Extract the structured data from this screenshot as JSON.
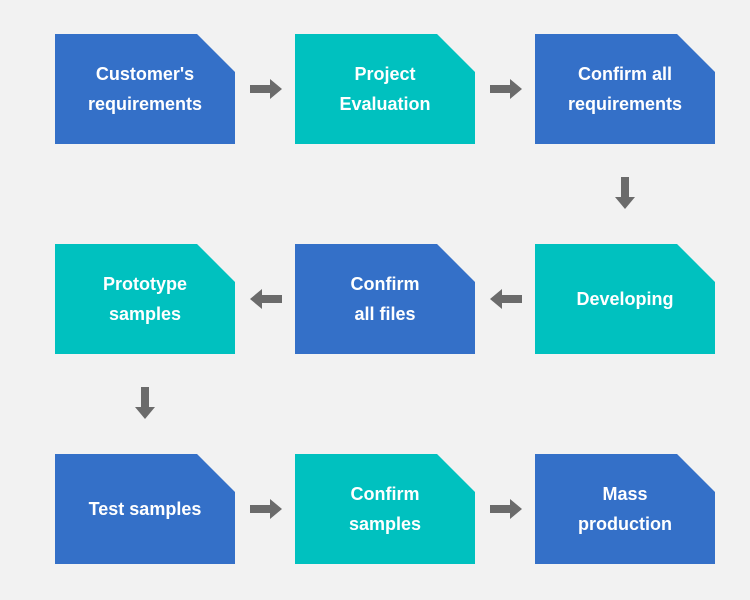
{
  "colors": {
    "blue": "#3470c8",
    "teal": "#00c1bf",
    "arrow": "#6b6b6b",
    "background": "#f2f2f2"
  },
  "steps": [
    {
      "label": "Customer's\nrequirements",
      "color": "blue"
    },
    {
      "label": "Project\nEvaluation",
      "color": "teal"
    },
    {
      "label": "Confirm all\nrequirements",
      "color": "blue"
    },
    {
      "label": "Developing",
      "color": "teal"
    },
    {
      "label": "Confirm\nall files",
      "color": "blue"
    },
    {
      "label": "Prototype\nsamples",
      "color": "teal"
    },
    {
      "label": "Test samples",
      "color": "blue"
    },
    {
      "label": "Confirm\nsamples",
      "color": "teal"
    },
    {
      "label": "Mass\nproduction",
      "color": "blue"
    }
  ],
  "arrows": [
    {
      "direction": "right",
      "icon": "arrow-right-icon"
    },
    {
      "direction": "right",
      "icon": "arrow-right-icon"
    },
    {
      "direction": "down",
      "icon": "arrow-down-icon"
    },
    {
      "direction": "left",
      "icon": "arrow-left-icon"
    },
    {
      "direction": "left",
      "icon": "arrow-left-icon"
    },
    {
      "direction": "down",
      "icon": "arrow-down-icon"
    },
    {
      "direction": "right",
      "icon": "arrow-right-icon"
    },
    {
      "direction": "right",
      "icon": "arrow-right-icon"
    }
  ]
}
